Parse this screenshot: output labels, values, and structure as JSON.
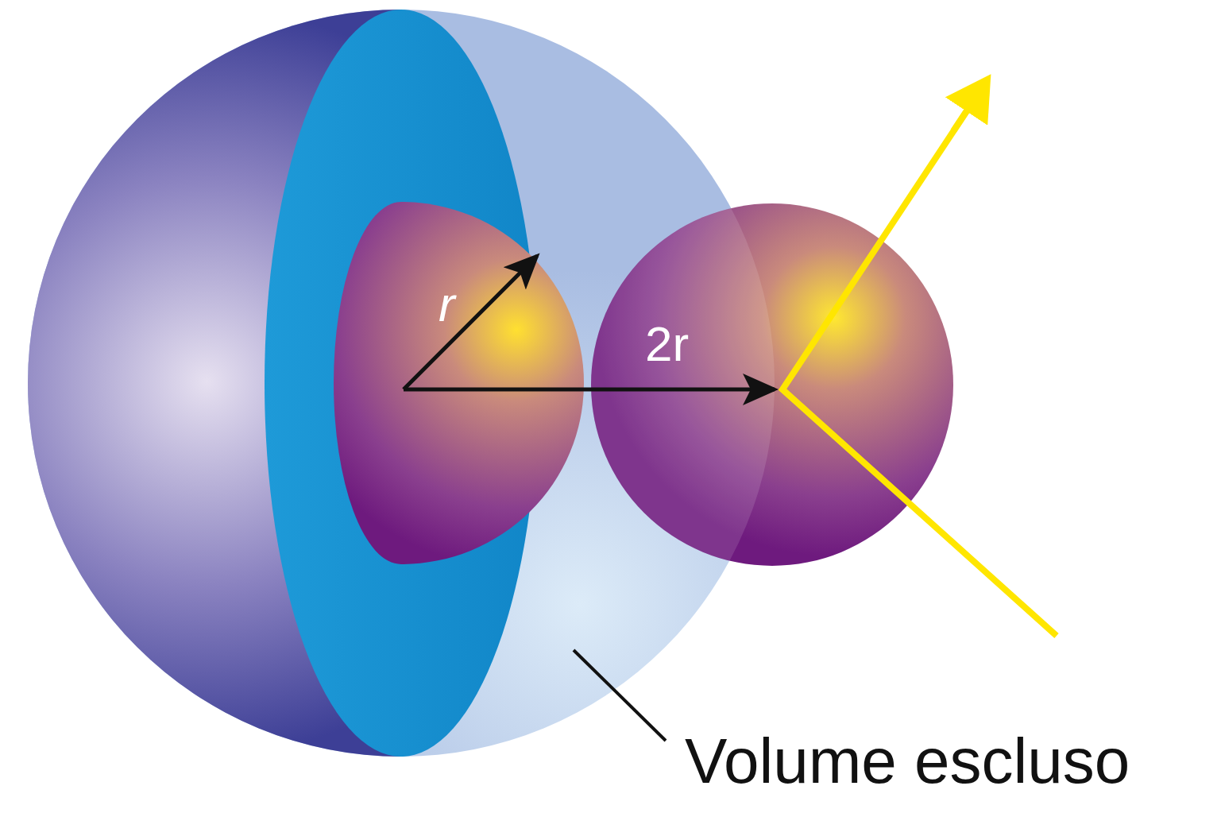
{
  "diagram": {
    "labels": [
      "r",
      "2r",
      "Volume escluso"
    ]
  }
}
